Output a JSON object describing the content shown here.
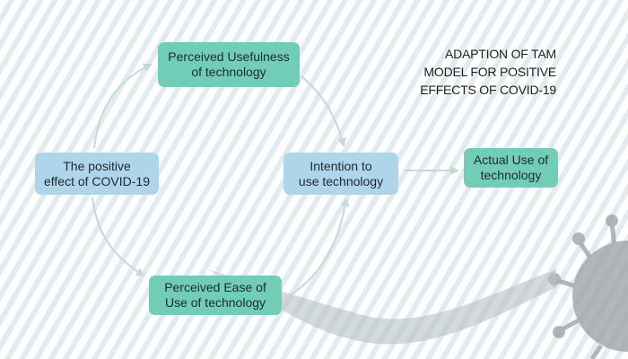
{
  "title": [
    "ADAPTION OF TAM",
    "MODEL FOR POSITIVE",
    "EFFECTS OF COVID-19"
  ],
  "nodes": {
    "positive_effect": {
      "line1": "The positive",
      "line2": "effect of COVID-19"
    },
    "usefulness": {
      "line1": "Perceived Usefulness",
      "line2": "of technology"
    },
    "ease": {
      "line1": "Perceived Ease of",
      "line2": "Use of technology"
    },
    "intention": {
      "line1": "Intention to",
      "line2": "use technology"
    },
    "actual": {
      "line1": "Actual Use of",
      "line2": "technology"
    }
  },
  "colors": {
    "green": "#72cdb8",
    "blue": "#aed5e9",
    "arrow": "#c3dad5"
  }
}
